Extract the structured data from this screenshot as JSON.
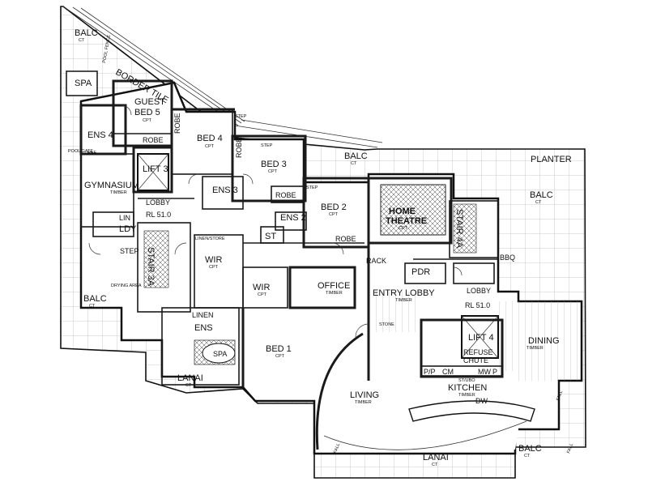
{
  "plan": {
    "rooms": {
      "balc_top_left": "BALC",
      "spa_top": "SPA",
      "guest_bed": "GUEST",
      "guest_bed2": "BED 5",
      "robe_1": "ROBE",
      "ens4": "ENS 4",
      "bed4": "BED 4",
      "bed3": "BED 3",
      "robe_2": "ROBE",
      "ens3": "ENS 3",
      "lift3": "LIFT 3",
      "gymnasium": "GYMNASIUM",
      "lobby_left": "LOBBY",
      "rl_left": "RL 51.0",
      "lin": "LIN",
      "ldy": "LDY",
      "stair3a": "STAIR 3A",
      "balc_left": "BALC",
      "drying_area": "DRYING AREA",
      "step1": "STEP",
      "step2": "STEP",
      "step3": "STEP",
      "bed2": "BED 2",
      "ens2": "ENS 2",
      "st": "ST",
      "robe_3": "ROBE",
      "balc_mid": "BALC",
      "home_theatre": "HOME",
      "home_theatre2": "THEATRE",
      "stair4a": "STAIR 4A",
      "planter": "PLANTER",
      "balc_right": "BALC",
      "bbq": "BBQ",
      "pdr": "PDR",
      "lobby_right": "LOBBY",
      "rl_right": "RL 51.0",
      "lift4": "LIFT 4",
      "refuse_chute": "REFUSE",
      "refuse_chute2": "CHUTE",
      "dining": "DINING",
      "kitchen": "KITCHEN",
      "dw": "DW",
      "mw": "MW",
      "cm": "CM",
      "pp": "P/P",
      "p": "P",
      "studio": "ST/UBO",
      "entry_lobby": "ENTRY LOBBY",
      "rack": "RACK",
      "office": "OFFICE",
      "wir1": "WIR",
      "wir2": "WIR",
      "linen_store": "LINEN/STORE",
      "linen": "LINEN",
      "ens_main": "ENS",
      "spa_main": "SPA",
      "bed1": "BED 1",
      "living": "LIVING",
      "lanai_left": "LANAI",
      "lanai_bottom": "LANAI",
      "balc_bottom_right": "BALC",
      "border_tile": "BORDER TILE",
      "pool_fence": "POOL FENCE",
      "pool_gate": "POOL GATE",
      "ref": "REF",
      "fall1": "FALL",
      "fall2": "FALL",
      "fall3": "FALL",
      "stone": "STONE"
    },
    "finishes": {
      "ct": "CT",
      "cpt": "CPT",
      "timber": "TIMBER"
    }
  }
}
